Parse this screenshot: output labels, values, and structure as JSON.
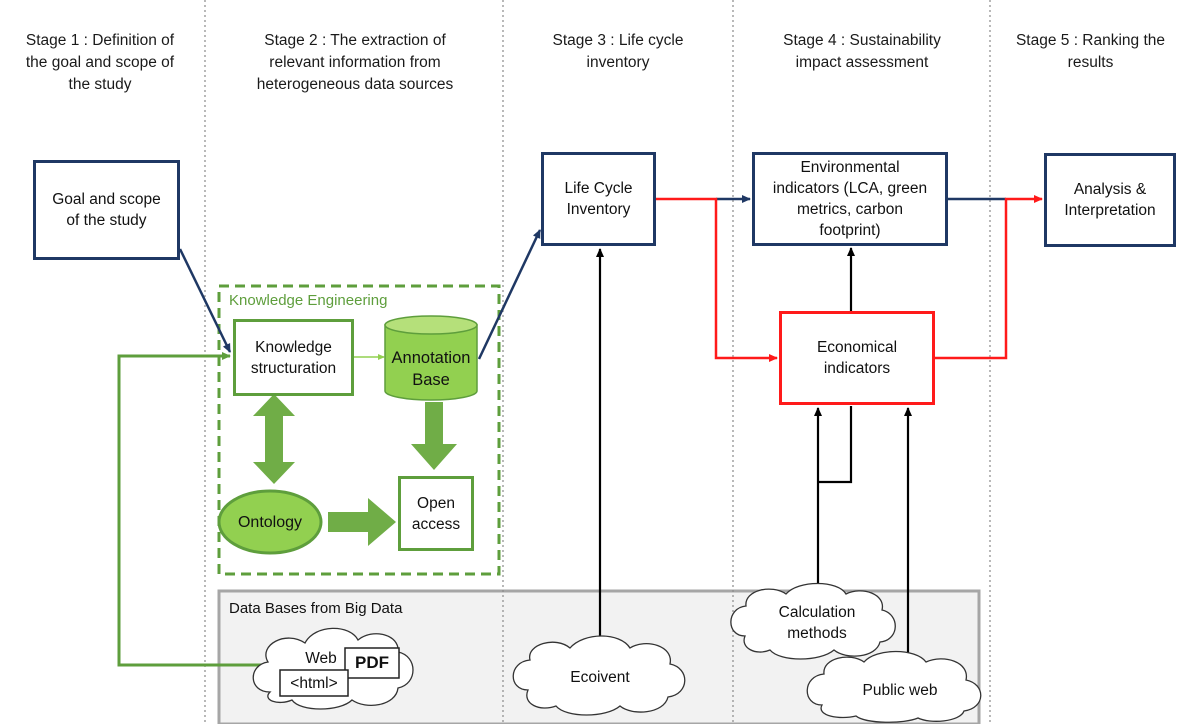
{
  "stages": [
    {
      "id": "stage1",
      "text": "Stage 1 : Definition of\nthe goal and scope of\nthe study"
    },
    {
      "id": "stage2",
      "text": "Stage 2 : The extraction of\nrelevant information from\nheterogeneous  data sources"
    },
    {
      "id": "stage3",
      "text": "Stage 3 : Life cycle\ninventory"
    },
    {
      "id": "stage4",
      "text": "Stage 4 : Sustainability\nimpact assessment"
    },
    {
      "id": "stage5",
      "text": "Stage 5 : Ranking the\nresults"
    }
  ],
  "boxes": {
    "goal": "Goal and scope\nof the study",
    "lci": "Life Cycle\nInventory",
    "env": "Environmental\nindicators (LCA, green\nmetrics, carbon\nfootprint)",
    "analysis": "Analysis &\nInterpretation",
    "econ": "Economical\nindicators",
    "knowledge": "Knowledge\nstructuration",
    "annotation": "Annotation\nBase",
    "ontology": "Ontology",
    "open_access": "Open\naccess"
  },
  "groups": {
    "knowledge_engineering": "Knowledge Engineering",
    "data_bases": "Data Bases from Big Data"
  },
  "clouds": {
    "web": "Web",
    "pdf": "PDF",
    "html": "<html>",
    "ecoivent": "Ecoivent",
    "calculation": "Calculation\nmethods",
    "public_web": "Public web"
  },
  "colors": {
    "navy": "#1f3864",
    "red": "#ff1a1a",
    "green": "#5e9e3c",
    "light_green": "#92d050",
    "gray_panel": "#f2f2f2"
  }
}
